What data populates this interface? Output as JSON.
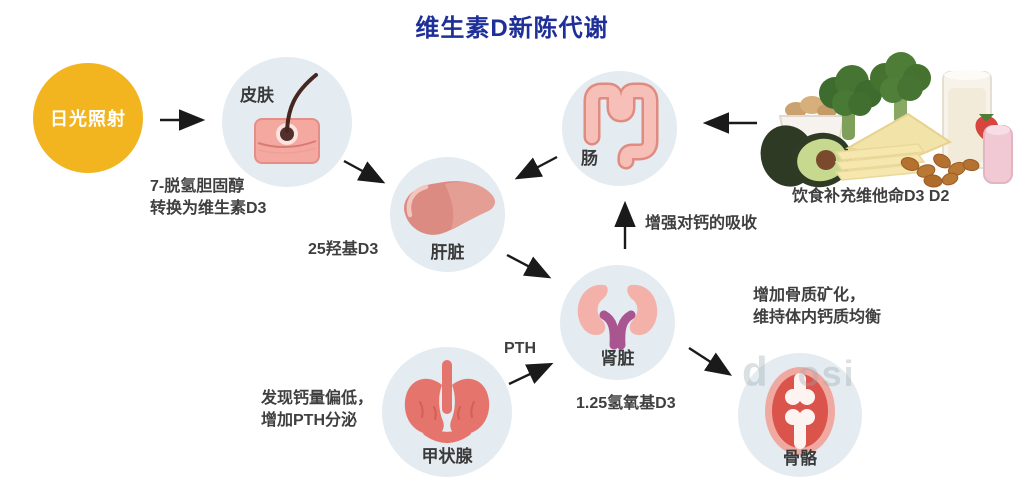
{
  "title": "维生素D新陈代谢",
  "colors": {
    "title_blue": "#1E2F97",
    "sun_yellow": "#F2B41F",
    "node_bg": "#E4EBF1",
    "body_text": "#3F3F3F",
    "arrow": "#1A1A1A",
    "organ_pink": "#E5756C"
  },
  "nodes": {
    "sunlight": {
      "label": "日光照射"
    },
    "skin": {
      "label": "皮肤"
    },
    "liver": {
      "label": "肝脏"
    },
    "intestine": {
      "label": "肠"
    },
    "kidney": {
      "label": "肾脏"
    },
    "thyroid": {
      "label": "甲状腺"
    },
    "bone": {
      "label": "骨骼"
    }
  },
  "labels": {
    "skin_note_line1": "7-脱氢胆固醇",
    "skin_note_line2": "转换为维生素D3",
    "liver_metabolite": "25羟基D3",
    "diet_note": "饮食补充维他命D3 D2",
    "calcium_absorption": "增强对钙的吸收",
    "kidney_metabolite": "1.25氢氧基D3",
    "pth": "PTH",
    "thyroid_note_line1": "发现钙量偏低，",
    "thyroid_note_line2": "增加PTH分泌",
    "bone_note_line1": "增加骨质矿化，",
    "bone_note_line2": "维持体内钙质均衡"
  },
  "watermark": {
    "part1": "d",
    "part2": "osi"
  },
  "icons": {
    "skin": "skin-follicle-icon",
    "liver": "liver-icon",
    "intestine": "intestine-icon",
    "kidney": "kidneys-icon",
    "thyroid": "thyroid-icon",
    "bone": "bone-joint-icon",
    "food": "vitamin-d-foods-illustration"
  }
}
